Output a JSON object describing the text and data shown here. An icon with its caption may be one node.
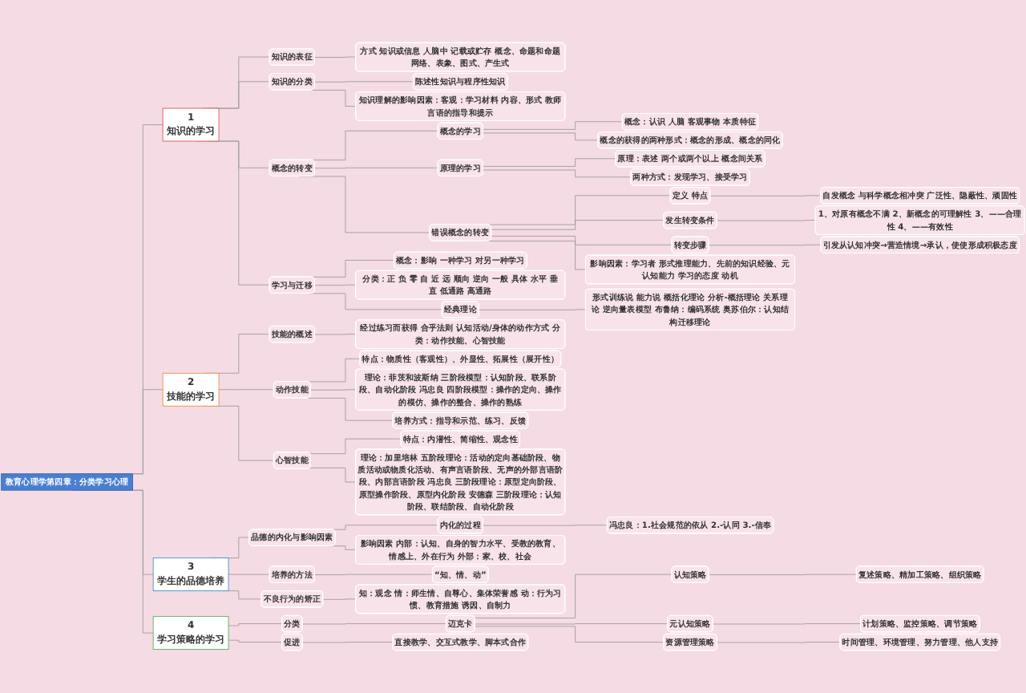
{
  "diagram": {
    "nodes": [
      {
        "text": [
          "教育心理学第四章：分类学习心理"
        ]
      },
      {
        "text": [
          "1",
          "知识的学习"
        ]
      },
      {
        "text": [
          "知识的表征"
        ]
      },
      {
        "text": [
          "方式 知识或信息 人脑中 记载或贮存 概念、命题和命题网络、表象、图式、产生式"
        ]
      },
      {
        "text": [
          "知识的分类"
        ]
      },
      {
        "text": [
          "陈述性知识与程序性知识"
        ]
      },
      {
        "text": [
          "知识理解的影响因素：客观：学习材料 内容、形式 教师言语的指导和提示"
        ]
      },
      {
        "text": [
          "概念的转变"
        ]
      },
      {
        "text": [
          "概念的学习"
        ]
      },
      {
        "text": [
          "概念：认识 人脑 客观事物 本质特征"
        ]
      },
      {
        "text": [
          "概念的获得的两种形式：概念的形成、概念的同化"
        ]
      },
      {
        "text": [
          "原理的学习"
        ]
      },
      {
        "text": [
          "原理：表述 两个或两个以上 概念间关系"
        ]
      },
      {
        "text": [
          "两种方式：发现学习、接受学习"
        ]
      },
      {
        "text": [
          "错误概念的转变"
        ]
      },
      {
        "text": [
          "定义 特点"
        ]
      },
      {
        "text": [
          "自发概念 与科学概念相冲突 广泛性、隐蔽性、顽固性"
        ]
      },
      {
        "text": [
          "发生转变条件"
        ]
      },
      {
        "text": [
          "1、对原有概念不满 2、新概念的可理解性 3、——合理性 4、——有效性"
        ]
      },
      {
        "text": [
          "转变步骤"
        ]
      },
      {
        "text": [
          "引发从认知冲突→营造情境→承认，使使形成积极态度"
        ]
      },
      {
        "text": [
          "影响因素：学习者 形式推理能力、先前的知识经验、元认知能力 学习的态度 动机"
        ]
      },
      {
        "text": [
          "学习与迁移"
        ]
      },
      {
        "text": [
          "概念：影响 一种学习 对另一种学习"
        ]
      },
      {
        "text": [
          "分类：正 负 零 自 近 远 顺向 逆向 一般 具体 水平 垂直 低通路 高通路"
        ]
      },
      {
        "text": [
          "经典理论"
        ]
      },
      {
        "text": [
          "形式训练说 能力说 概括化理论 分析-概括理论 关系理论 逆向量表模型 布鲁纳：编码系统 奥苏伯尔：认知结构迁移理论"
        ]
      },
      {
        "text": [
          "2",
          "技能的学习"
        ]
      },
      {
        "text": [
          "技能的概述"
        ]
      },
      {
        "text": [
          "经过练习而获得 合乎法则 认知活动/身体的动作方式 分类：动作技能、心智技能"
        ]
      },
      {
        "text": [
          "动作技能"
        ]
      },
      {
        "text": [
          "特点：物质性（客观性）、外显性、拓展性（展开性）"
        ]
      },
      {
        "text": [
          "理论：菲茨和波斯纳 三阶段模型：认知阶段、联系阶段、自动化阶段 冯忠良 四阶段模型：操作的定向、操作的模仿、操作的整合、操作的熟练"
        ]
      },
      {
        "text": [
          "培养方式：指导和示范、练习、反馈"
        ]
      },
      {
        "text": [
          "心智技能"
        ]
      },
      {
        "text": [
          "特点：内潜性、简缩性、观念性"
        ]
      },
      {
        "text": [
          "理论：加里培林 五阶段理论：活动的定向基础阶段、物质活动或物质化活动、有声言语阶段、无声的外部言语阶段、内部言语阶段 冯忠良 三阶段理论：原型定向阶段、原型操作阶段、原型内化阶段 安德森 三阶段理论：认知阶段、联结阶段、自动化阶段"
        ]
      },
      {
        "text": [
          "3",
          "学生的品德培养"
        ]
      },
      {
        "text": [
          "品德的内化与影响因素"
        ]
      },
      {
        "text": [
          "内化的过程"
        ]
      },
      {
        "text": [
          "冯忠良：1.社会规范的依从 2.-认同 3.-信奉"
        ]
      },
      {
        "text": [
          "影响因素 内部：认知、自身的智力水平、受教的教育、情感上、外在行为 外部：家、校、社会"
        ]
      },
      {
        "text": [
          "培养的方法"
        ]
      },
      {
        "text": [
          "“知、情、动”"
        ]
      },
      {
        "text": [
          "不良行为的矫正"
        ]
      },
      {
        "text": [
          "知：观念 情：师生情、自尊心、集体荣誉感 动：行为习惯、教育措施 诱因、自制力"
        ]
      },
      {
        "text": [
          "4",
          "学习策略的学习"
        ]
      },
      {
        "text": [
          "分类"
        ]
      },
      {
        "text": [
          "迈克卡"
        ]
      },
      {
        "text": [
          "认知策略"
        ]
      },
      {
        "text": [
          "复述策略、精加工策略、组织策略"
        ]
      },
      {
        "text": [
          "元认知策略"
        ]
      },
      {
        "text": [
          "计划策略、监控策略、调节策略"
        ]
      },
      {
        "text": [
          "资源管理策略"
        ]
      },
      {
        "text": [
          "时间管理、环境管理、努力管理、他人支持"
        ]
      },
      {
        "text": [
          "促进"
        ]
      },
      {
        "text": [
          "直接教学、交互式教学、脚本式合作"
        ]
      }
    ],
    "edges": [
      {
        "from": 0,
        "to": 1,
        "arrow": "none"
      },
      {
        "from": 1,
        "to": 2,
        "arrow": "none"
      },
      {
        "from": 2,
        "to": 3,
        "arrow": "none"
      },
      {
        "from": 1,
        "to": 4,
        "arrow": "none"
      },
      {
        "from": 4,
        "to": 5,
        "arrow": "none"
      },
      {
        "from": 4,
        "to": 6,
        "arrow": "none"
      },
      {
        "from": 1,
        "to": 7,
        "arrow": "none"
      },
      {
        "from": 7,
        "to": 8,
        "arrow": "none"
      },
      {
        "from": 8,
        "to": 9,
        "arrow": "none"
      },
      {
        "from": 8,
        "to": 10,
        "arrow": "none"
      },
      {
        "from": 7,
        "to": 11,
        "arrow": "none"
      },
      {
        "from": 11,
        "to": 12,
        "arrow": "none"
      },
      {
        "from": 11,
        "to": 13,
        "arrow": "none"
      },
      {
        "from": 7,
        "to": 14,
        "arrow": "none"
      },
      {
        "from": 14,
        "to": 15,
        "arrow": "none"
      },
      {
        "from": 15,
        "to": 16,
        "arrow": "none"
      },
      {
        "from": 14,
        "to": 17,
        "arrow": "none"
      },
      {
        "from": 17,
        "to": 18,
        "arrow": "none"
      },
      {
        "from": 14,
        "to": 19,
        "arrow": "none"
      },
      {
        "from": 19,
        "to": 20,
        "arrow": "none"
      },
      {
        "from": 14,
        "to": 21,
        "arrow": "none"
      },
      {
        "from": 1,
        "to": 22,
        "arrow": "none"
      },
      {
        "from": 22,
        "to": 23,
        "arrow": "none"
      },
      {
        "from": 22,
        "to": 24,
        "arrow": "none"
      },
      {
        "from": 22,
        "to": 25,
        "arrow": "none"
      },
      {
        "from": 25,
        "to": 26,
        "arrow": "none"
      },
      {
        "from": 0,
        "to": 27,
        "arrow": "none"
      },
      {
        "from": 27,
        "to": 28,
        "arrow": "none"
      },
      {
        "from": 28,
        "to": 29,
        "arrow": "none"
      },
      {
        "from": 27,
        "to": 30,
        "arrow": "none"
      },
      {
        "from": 30,
        "to": 31,
        "arrow": "none"
      },
      {
        "from": 30,
        "to": 32,
        "arrow": "none"
      },
      {
        "from": 30,
        "to": 33,
        "arrow": "none"
      },
      {
        "from": 27,
        "to": 34,
        "arrow": "none"
      },
      {
        "from": 34,
        "to": 35,
        "arrow": "none"
      },
      {
        "from": 34,
        "to": 36,
        "arrow": "none"
      },
      {
        "from": 0,
        "to": 37,
        "arrow": "none"
      },
      {
        "from": 37,
        "to": 38,
        "arrow": "none"
      },
      {
        "from": 38,
        "to": 39,
        "arrow": "none"
      },
      {
        "from": 39,
        "to": 40,
        "arrow": "none"
      },
      {
        "from": 38,
        "to": 41,
        "arrow": "none"
      },
      {
        "from": 37,
        "to": 42,
        "arrow": "none"
      },
      {
        "from": 42,
        "to": 43,
        "arrow": "none"
      },
      {
        "from": 37,
        "to": 44,
        "arrow": "none"
      },
      {
        "from": 44,
        "to": 45,
        "arrow": "none"
      },
      {
        "from": 0,
        "to": 46,
        "arrow": "none"
      },
      {
        "from": 46,
        "to": 47,
        "arrow": "none"
      },
      {
        "from": 47,
        "to": 48,
        "arrow": "none"
      },
      {
        "from": 48,
        "to": 49,
        "arrow": "none"
      },
      {
        "from": 49,
        "to": 50,
        "arrow": "none"
      },
      {
        "from": 48,
        "to": 51,
        "arrow": "none"
      },
      {
        "from": 51,
        "to": 52,
        "arrow": "none"
      },
      {
        "from": 48,
        "to": 53,
        "arrow": "none"
      },
      {
        "from": 53,
        "to": 54,
        "arrow": "none"
      },
      {
        "from": 46,
        "to": 55,
        "arrow": "none"
      },
      {
        "from": 55,
        "to": 56,
        "arrow": "none"
      }
    ]
  }
}
